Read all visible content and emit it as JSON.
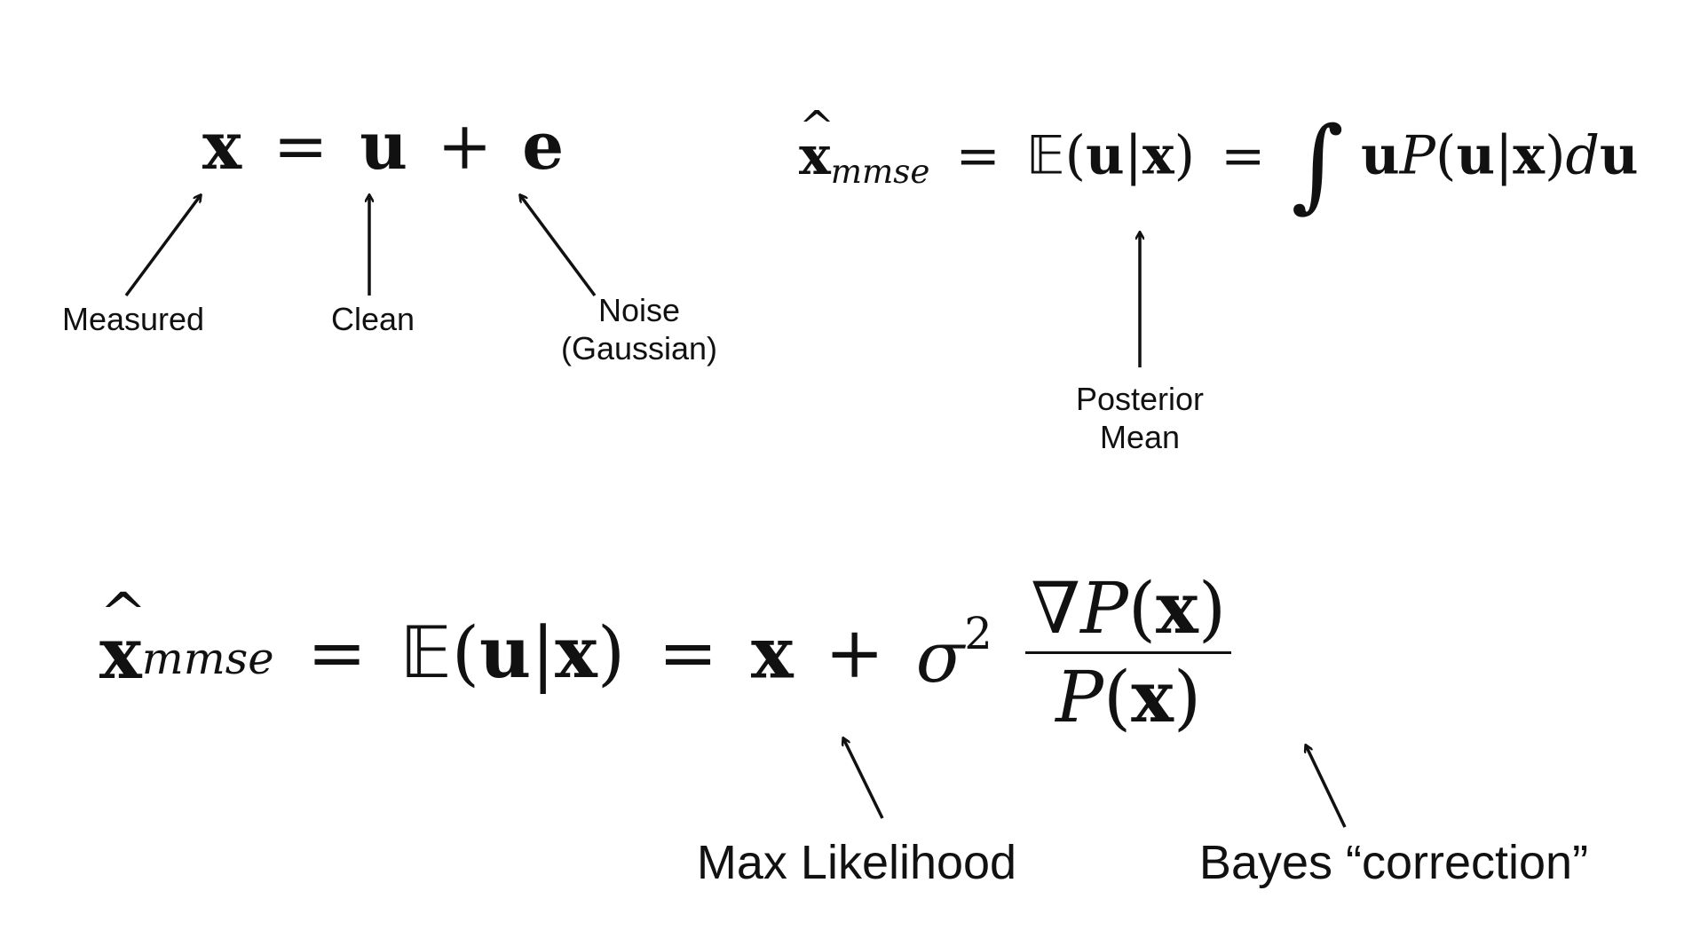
{
  "equation1": {
    "x": "x",
    "eq": "=",
    "u": "u",
    "plus": "+",
    "e": "e"
  },
  "equation2": {
    "hat": "^",
    "xhat": "x",
    "sub": "mmse",
    "eq1": "=",
    "E": "𝔼",
    "lp": "(",
    "u": "u",
    "bar": "|",
    "x": "x",
    "rp": ")",
    "eq2": "=",
    "int": "∫",
    "u2": "u",
    "P": "P",
    "lp2": "(",
    "u3": "u",
    "bar2": "|",
    "x2": "x",
    "rp2": ")",
    "d": "d",
    "u4": "u"
  },
  "equation3": {
    "hat": "^",
    "xhat": "x",
    "sub": "mmse",
    "eq1": "=",
    "E": "𝔼",
    "lp": "(",
    "u": "u",
    "bar": "|",
    "x": "x",
    "rp": ")",
    "eq2": "=",
    "x2": "x",
    "plus": "+",
    "sigma": "σ",
    "sup": "2",
    "num_nabla": "∇",
    "num_P": "P",
    "num_lp": "(",
    "num_x": "x",
    "num_rp": ")",
    "den_P": "P",
    "den_lp": "(",
    "den_x": "x",
    "den_rp": ")"
  },
  "labels": {
    "measured": "Measured",
    "clean": "Clean",
    "noise_line1": "Noise",
    "noise_line2": "(Gaussian)",
    "posterior_line1": "Posterior",
    "posterior_line2": "Mean",
    "max_likelihood": "Max Likelihood",
    "bayes_correction": "Bayes “correction”"
  }
}
